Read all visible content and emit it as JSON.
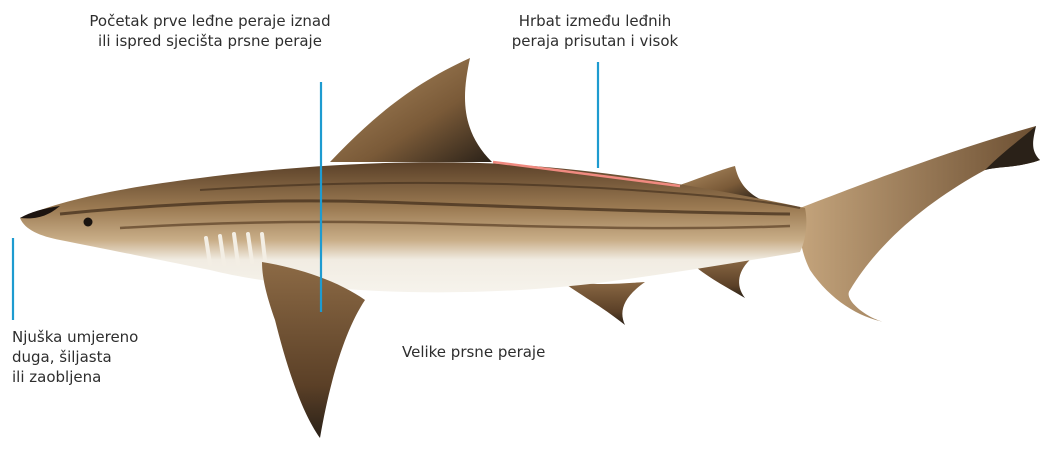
{
  "colors": {
    "leader_line": "#1e9bd0",
    "ridge_line": "#f08a80",
    "shark_back": "#8a6a45",
    "shark_stripe": "#4a3420",
    "shark_belly": "#f4f1ea",
    "fin_tip": "#2a2118"
  },
  "labels": {
    "dorsal_fin": "Početak prve leđne peraje iznad\nili ispred sjecišta prsne peraje",
    "interdorsal_ridge": "Hrbat između leđnih\nperaja prisutan i visok",
    "snout": "Njuška umjereno\nduga, šiljasta\nili zaobljena",
    "pectoral_fins": "Velike prsne peraje"
  },
  "illustration": {
    "subject": "shark",
    "icon": "shark-illustration"
  }
}
